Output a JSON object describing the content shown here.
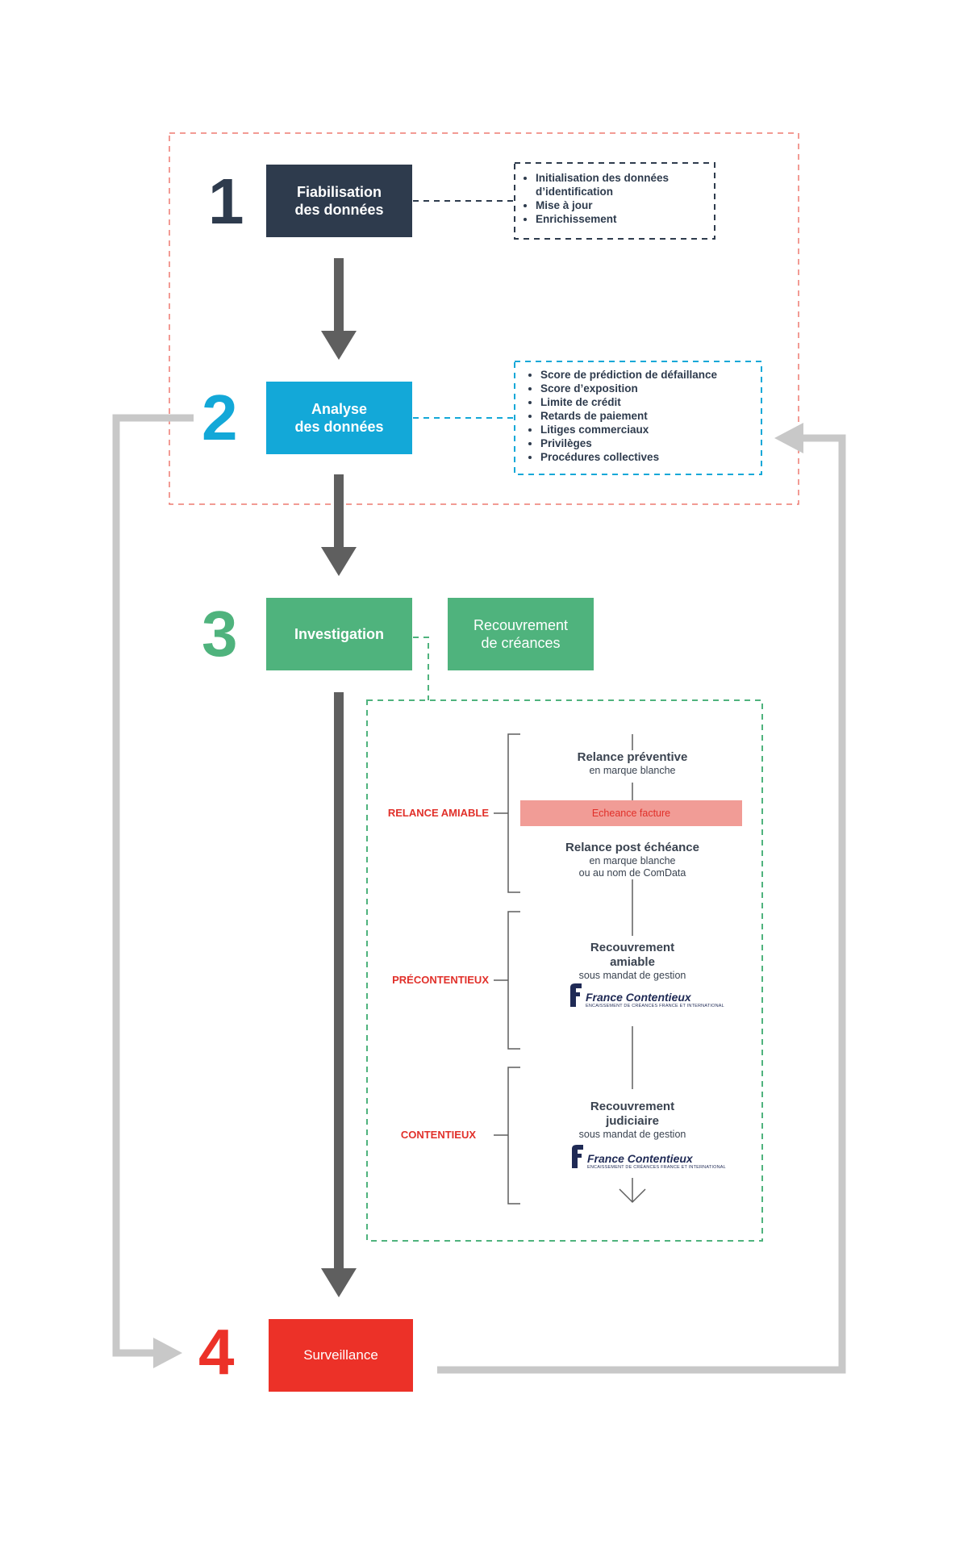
{
  "steps": [
    {
      "number": "1",
      "label": "Fiabilisation\ndes données",
      "color": "#2e3b4d"
    },
    {
      "number": "2",
      "label": "Analyse\ndes données",
      "color": "#13a8d8"
    },
    {
      "number": "3",
      "label": "Investigation",
      "color": "#4fb37d"
    },
    {
      "number": "4",
      "label": "Surveillance",
      "color": "#ec3128"
    }
  ],
  "recouvrement_box": {
    "label": "Recouvrement\nde créances",
    "color": "#4fb37d"
  },
  "notes": {
    "step1": [
      "Initialisation des données d’identification",
      "Mise à jour",
      "Enrichissement"
    ],
    "step2": [
      "Score de prédiction de défaillance",
      "Score d’exposition",
      "Limite de crédit",
      "Retards de paiement",
      "Litiges commerciaux",
      "Privilèges",
      "Procédures collectives"
    ]
  },
  "stages": [
    {
      "label": "RELANCE AMIABLE"
    },
    {
      "label": "PRÉCONTENTIEUX"
    },
    {
      "label": "CONTENTIEUX"
    }
  ],
  "process": {
    "relance_preventive": {
      "title": "Relance préventive",
      "subtitle": "en marque blanche"
    },
    "echeance": "Echeance facture",
    "relance_post": {
      "title": "Relance post échéance",
      "subtitle": "en marque blanche\nou au nom de ComData"
    },
    "recouvrement_amiable": {
      "title": "Recouvrement\namiable",
      "subtitle": "sous mandat de gestion"
    },
    "recouvrement_judiciaire": {
      "title": "Recouvrement\njudiciaire",
      "subtitle": "sous mandat de gestion"
    }
  },
  "logo": {
    "name": "France Contentieux",
    "tagline": "ENCAISSEMENT DE CRÉANCES FRANCE ET INTERNATIONAL"
  },
  "colors": {
    "dark_arrow": "#5f5f5f",
    "loop_arrow": "#c8c8c8",
    "outer_frame": "#ee7a70",
    "note1_frame": "#2e3b4d",
    "note2_frame": "#13a8d8",
    "green_frame": "#4fb37d",
    "stage_red": "#e1302a"
  }
}
